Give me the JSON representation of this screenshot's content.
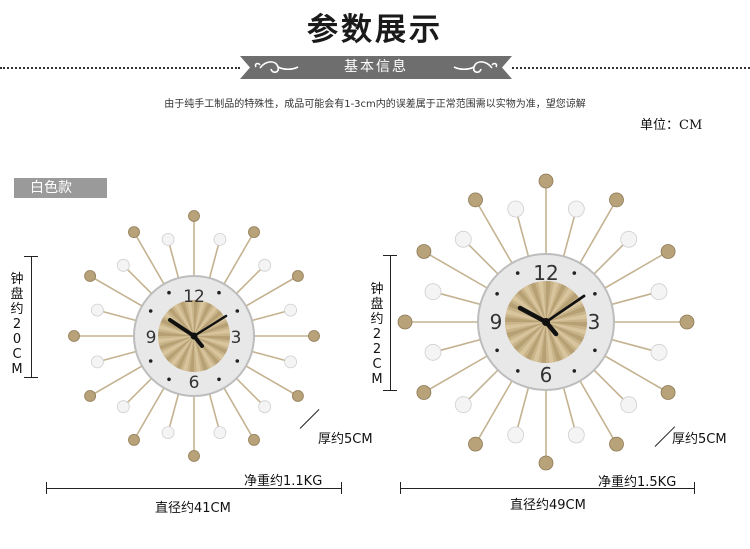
{
  "header": {
    "title": "参数展示",
    "banner_label": "基本信息",
    "note": "由于纯手工制品的特殊性，成品可能会有1-3cm内的误差属于正常范围需以实物为准，望您谅解",
    "unit": "单位：CM"
  },
  "variant": {
    "label": "白色款"
  },
  "clocks": [
    {
      "face_diameter": "钟盘约20CM",
      "thickness": "厚约5CM",
      "weight": "净重约1.1KG",
      "overall_diameter": "直径约41CM",
      "numerals": [
        "12",
        "3",
        "6",
        "9"
      ]
    },
    {
      "face_diameter": "钟盘约22CM",
      "thickness": "厚约5CM",
      "weight": "净重约1.5KG",
      "overall_diameter": "直径约49CM",
      "numerals": [
        "12",
        "3",
        "6",
        "9"
      ]
    }
  ],
  "colors": {
    "banner_bg": "#6e6e6e",
    "badge_bg": "#9a9a9a",
    "gold": "#b8a27a",
    "face": "#e8e8e8"
  }
}
